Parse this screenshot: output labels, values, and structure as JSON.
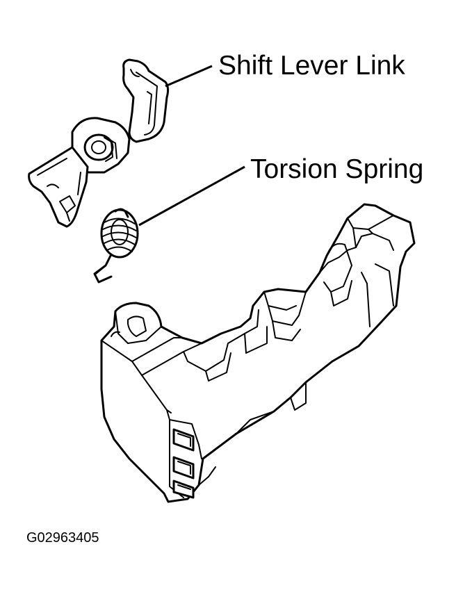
{
  "labels": {
    "shift_lever_link": "Shift Lever Link",
    "torsion_spring": "Torsion Spring"
  },
  "figure_id": "G02963405",
  "colors": {
    "ink": "#000000",
    "paper": "#ffffff"
  }
}
